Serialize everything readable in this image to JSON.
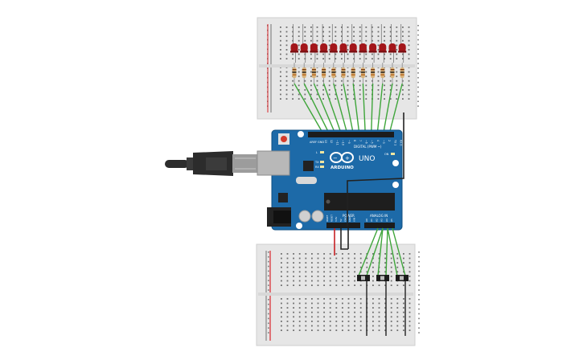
{
  "scene": {
    "led_count": 12,
    "slide_switch_count": 3,
    "colors": {
      "board": "#1d6aa8",
      "board_dark": "#0f4f80",
      "breadboard": "#e6e6e6",
      "rail_red": "#d8262b",
      "rail_blue": "#2a5bbf",
      "led": "#a3161a",
      "wire_green": "#3ea53a",
      "wire_black": "#222222",
      "wire_red": "#c82024",
      "resistor": "#d8b27a",
      "usb_cable": "#2c2c2c"
    },
    "icons": [
      "arduino-infinity-logo",
      "usb-plug-icon",
      "reset-button-icon"
    ]
  },
  "board": {
    "brand": "ARDUINO",
    "model": "UNO",
    "digital_label": "DIGITAL (PWM ~)",
    "analog_label": "ANALOG IN",
    "power_label": "POWER",
    "aref": "AREF",
    "gnd": "GND",
    "tx": "TX",
    "rx": "RX",
    "l": "L",
    "on": "ON",
    "digital_pins": [
      "13",
      "12",
      "~11",
      "~10",
      "~9",
      "8",
      "7",
      "~6",
      "~5",
      "4",
      "~3",
      "2",
      "TX 1",
      "RX 0"
    ],
    "power_pins": [
      "IOREF",
      "RESET",
      "3.3V",
      "5V",
      "GND",
      "GND",
      "VIN"
    ],
    "analog_pins": [
      "A0",
      "A1",
      "A2",
      "A3",
      "A4",
      "A5"
    ]
  }
}
